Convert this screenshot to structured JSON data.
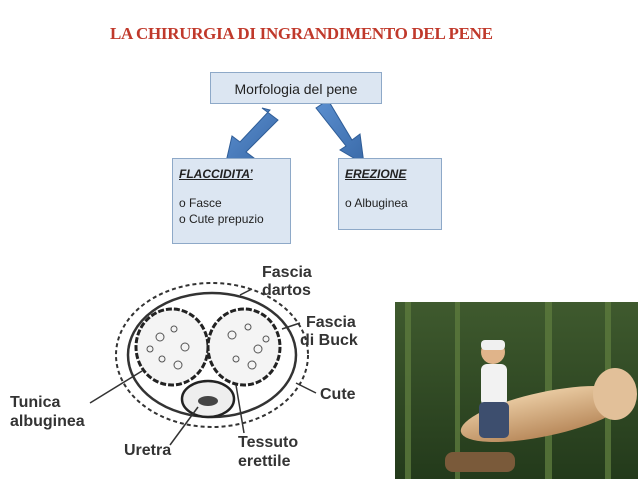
{
  "title": "LA CHIRURGIA DI INGRANDIMENTO DEL PENE",
  "morfologia": "Morfologia del pene",
  "flaccidita": {
    "heading": "FLACCIDITA’",
    "items": [
      "o Fasce",
      "o Cute prepuzio"
    ]
  },
  "erezione": {
    "heading": "EREZIONE",
    "items": [
      "o Albuginea"
    ]
  },
  "figure_labels": {
    "fascia_dartos_1": "Fascia",
    "fascia_dartos_2": "dartos",
    "fascia_buck_1": "Fascia",
    "fascia_buck_2": "di Buck",
    "cute": "Cute",
    "tunica_1": "Tunica",
    "tunica_2": "albuginea",
    "uretra": "Uretra",
    "tessuto_1": "Tessuto",
    "tessuto_2": "erettile"
  },
  "colors": {
    "title": "#c0392b",
    "box_fill": "#dce6f2",
    "arrow": "#4f81bd"
  }
}
